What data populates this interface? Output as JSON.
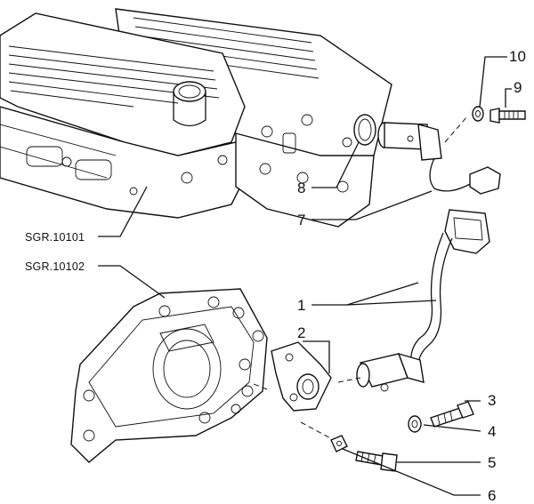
{
  "callouts": {
    "c1": "1",
    "c2": "2",
    "c3": "3",
    "c4": "4",
    "c5": "5",
    "c6": "6",
    "c7": "7",
    "c8": "8",
    "c9": "9",
    "c10": "10"
  },
  "references": {
    "upper": "SGR.10101",
    "lower": "SGR.10102"
  }
}
